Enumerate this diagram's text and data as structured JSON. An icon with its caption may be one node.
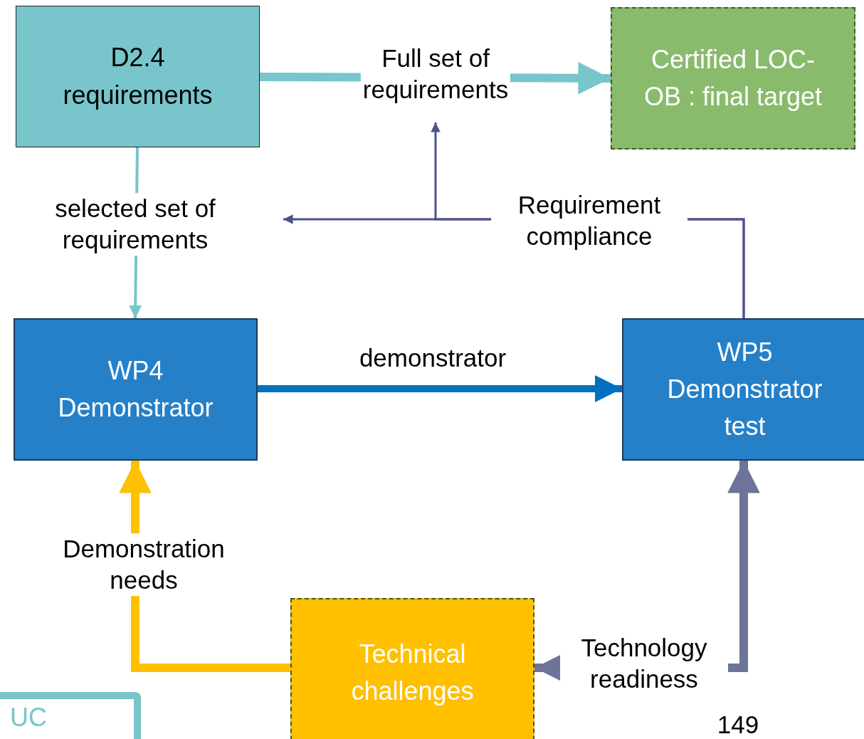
{
  "diagram": {
    "nodes": [
      {
        "text": [
          "D2.4 requirements"
        ]
      },
      {
        "text": [
          "Certified LOC-OB : final target"
        ]
      },
      {
        "text": [
          "WP4 Demonstrator"
        ]
      },
      {
        "text": [
          "WP5 Demonstrator test"
        ]
      },
      {
        "text": [
          "Technical challenges"
        ]
      },
      {
        "text": [
          "UC"
        ]
      }
    ],
    "edges": [
      {
        "from": 0,
        "to": 1,
        "arrow": "to",
        "label": "Full set of requirements",
        "color": "#78c5cb"
      },
      {
        "from": 0,
        "to": 2,
        "arrow": "to",
        "label": "selected set of requirements",
        "color": "#78c5cb"
      },
      {
        "from": 3,
        "to": null,
        "arrow": "to",
        "label": "Requirement compliance",
        "color": "#4f5289"
      },
      {
        "from": 3,
        "to": null,
        "arrow": "to",
        "color": "#4f5289"
      },
      {
        "from": 2,
        "to": 3,
        "arrow": "to",
        "label": "demonstrator",
        "color": "#0070c0"
      },
      {
        "from": 4,
        "to": 2,
        "arrow": "to",
        "label": "Demonstration needs",
        "color": "#ffc000"
      },
      {
        "from": 3,
        "to": 4,
        "arrow": "both",
        "label": "Technology readiness",
        "color": "#6e7399"
      }
    ],
    "labels": [
      "149"
    ]
  }
}
